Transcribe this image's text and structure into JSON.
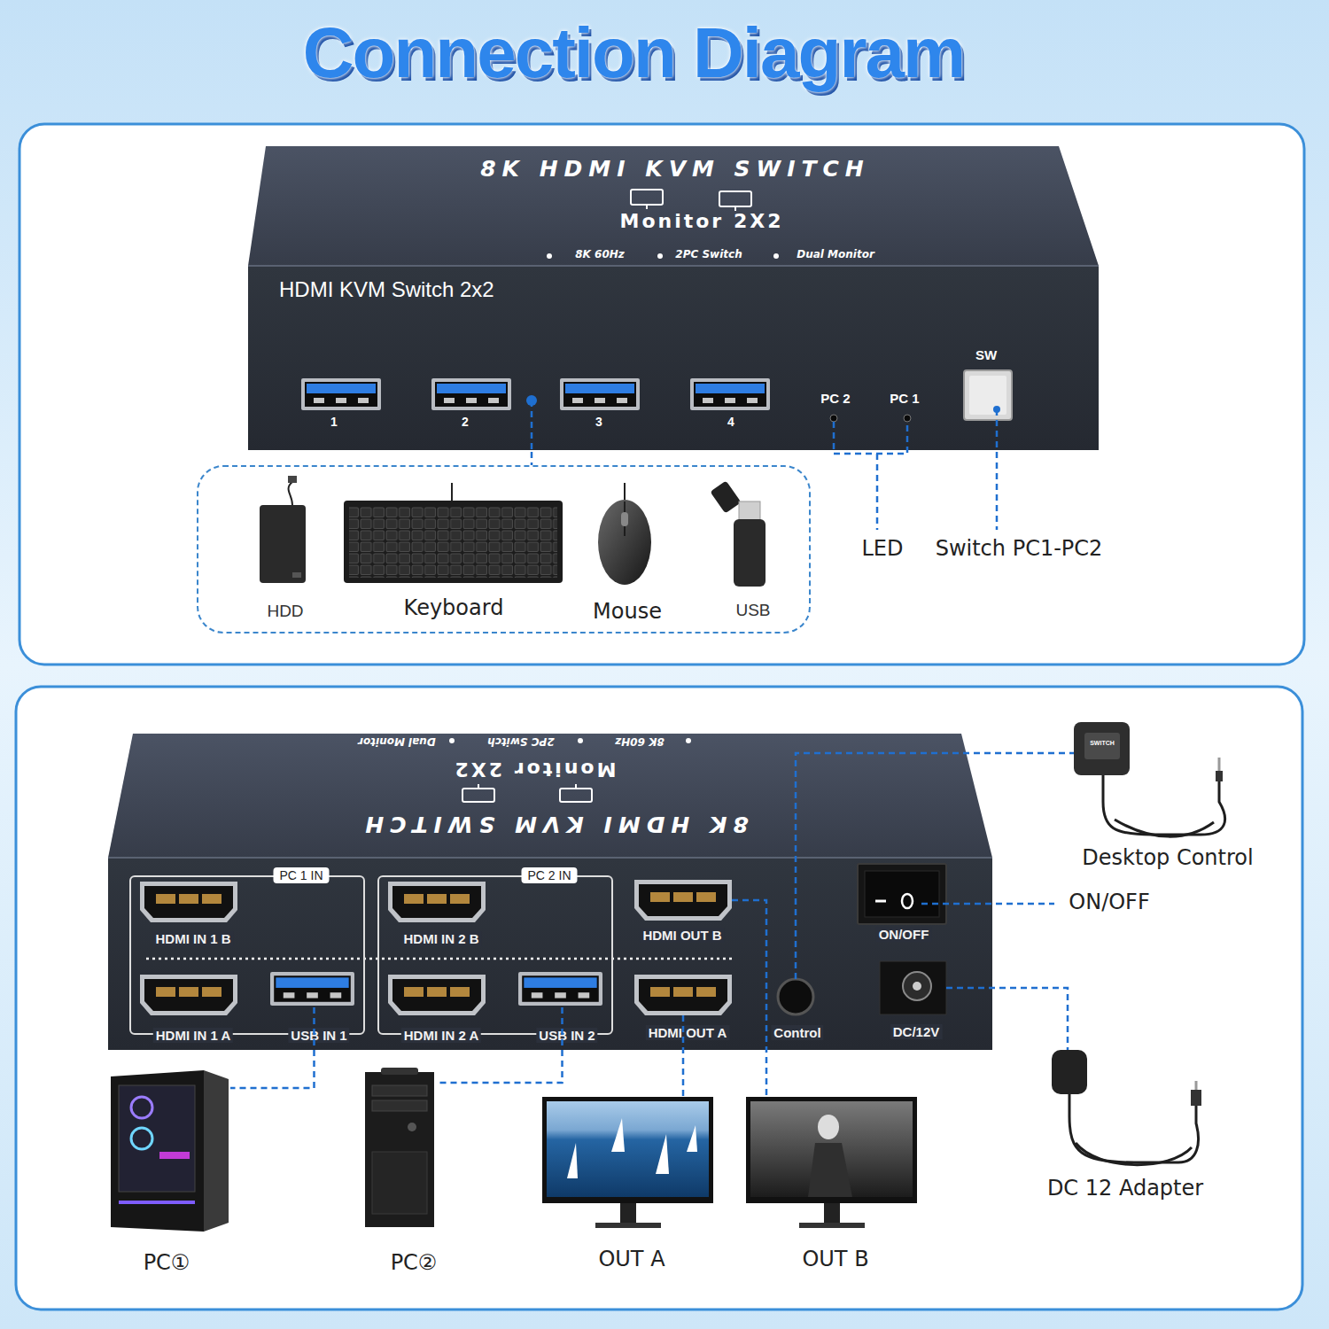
{
  "diagram": {
    "title": "Connection Diagram",
    "nodes": [
      {
        "text": [
          "8K HDMI KVM SWITCH",
          "Monitor 2X2",
          "8K 60Hz",
          "2PC Switch",
          "Dual Monitor",
          "HDMI KVM Switch 2x2",
          "1",
          "2",
          "3",
          "4",
          "PC 2",
          "PC 1",
          "SW"
        ]
      },
      {
        "text": []
      },
      {
        "text": [
          "HDD"
        ],
        "in": 1
      },
      {
        "text": [
          "Keyboard"
        ],
        "in": 1
      },
      {
        "text": [
          "Mouse"
        ],
        "in": 1
      },
      {
        "text": [
          "USB"
        ],
        "in": 1
      },
      {
        "text": [
          "8K HDMI KVM SWITCH",
          "Monitor 2X2",
          "8K 60Hz",
          "2PC Switch",
          "Dual Monitor"
        ]
      },
      {
        "text": [
          "PC 1 IN"
        ],
        "in": 6
      },
      {
        "text": [
          "HDMI IN 1 B"
        ],
        "in": 7
      },
      {
        "text": [
          "HDMI IN 1 A"
        ],
        "in": 7
      },
      {
        "text": [
          "USB IN 1"
        ],
        "in": 7
      },
      {
        "text": [
          "PC 2 IN"
        ],
        "in": 6
      },
      {
        "text": [
          "HDMI IN 2 B"
        ],
        "in": 11
      },
      {
        "text": [
          "HDMI IN 2 A"
        ],
        "in": 11
      },
      {
        "text": [
          "USB IN 2"
        ],
        "in": 11
      },
      {
        "text": [
          "HDMI OUT B"
        ],
        "in": 6
      },
      {
        "text": [
          "HDMI OUT A"
        ],
        "in": 6
      },
      {
        "text": [
          "Control"
        ],
        "in": 6
      },
      {
        "text": [
          "ON/OFF"
        ],
        "in": 6
      },
      {
        "text": [
          "DC/12V"
        ],
        "in": 6
      },
      {
        "text": [
          "PC①"
        ]
      },
      {
        "text": [
          "PC②"
        ]
      },
      {
        "text": [
          "OUT A"
        ]
      },
      {
        "text": [
          "OUT B"
        ]
      },
      {
        "text": [
          "Desktop Control"
        ]
      },
      {
        "text": [
          "DC 12 Adapter"
        ]
      }
    ],
    "edges": [
      {
        "from": 0,
        "to": 1,
        "arrow": "none"
      },
      {
        "from": 10,
        "to": 20,
        "arrow": "none"
      },
      {
        "from": 14,
        "to": 21,
        "arrow": "none"
      },
      {
        "from": 16,
        "to": 22,
        "arrow": "none"
      },
      {
        "from": 15,
        "to": 23,
        "arrow": "none"
      },
      {
        "from": 17,
        "to": 24,
        "arrow": "none"
      },
      {
        "from": 19,
        "to": 25,
        "arrow": "none"
      }
    ],
    "labels": [
      "LED",
      "Switch PC1-PC2",
      "ON/OFF",
      "SWITCH"
    ]
  }
}
